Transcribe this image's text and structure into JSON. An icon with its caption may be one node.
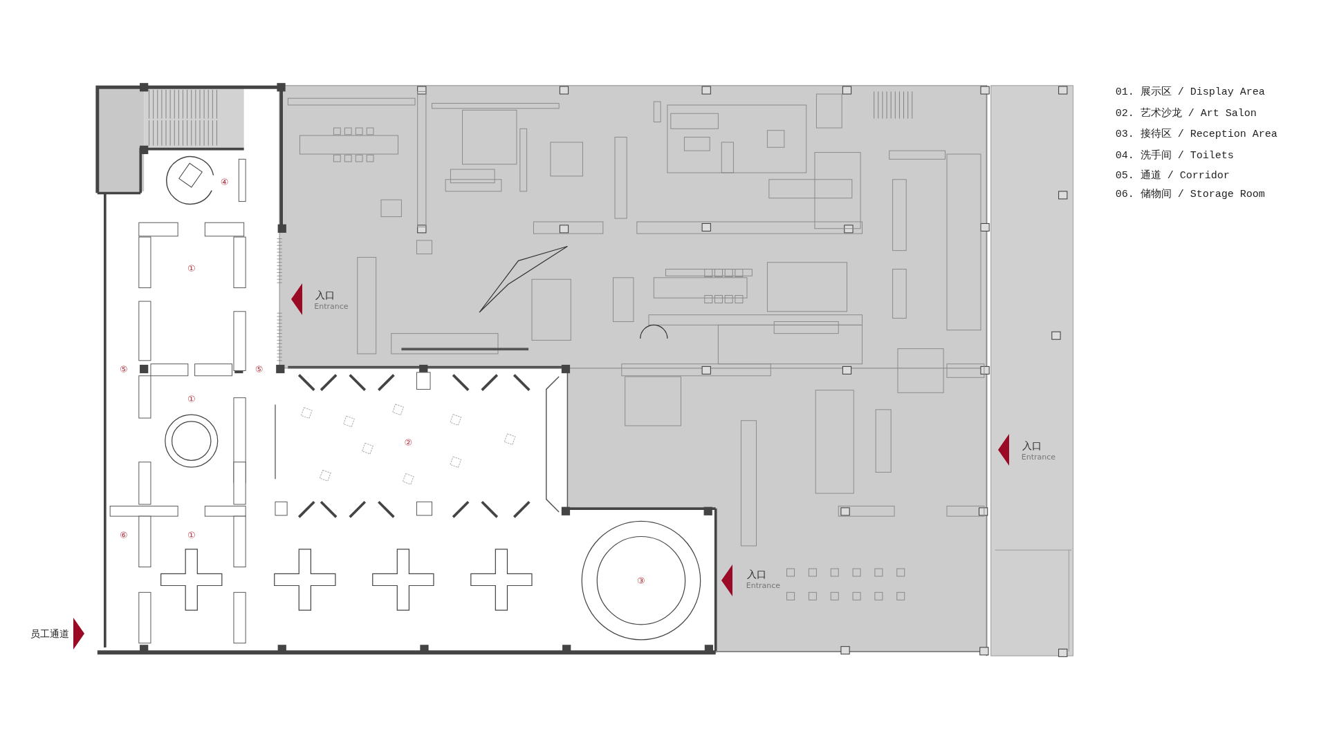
{
  "diagram": {
    "labels": [
      "01. 展示区 / Display Area",
      "02. 艺术沙龙 / Art Salon",
      "03. 接待区 / Reception Area",
      "04. 洗手间 / Toilets",
      "05. 通道 /  Corridor",
      "06. 储物间 / Storage Room",
      "④",
      "①",
      "入口",
      "Entrance",
      "⑤",
      "⑤",
      "①",
      "②",
      "入口",
      "Entrance",
      "⑥",
      "①",
      "③",
      "入口",
      "Entrance",
      "员工通道"
    ]
  }
}
